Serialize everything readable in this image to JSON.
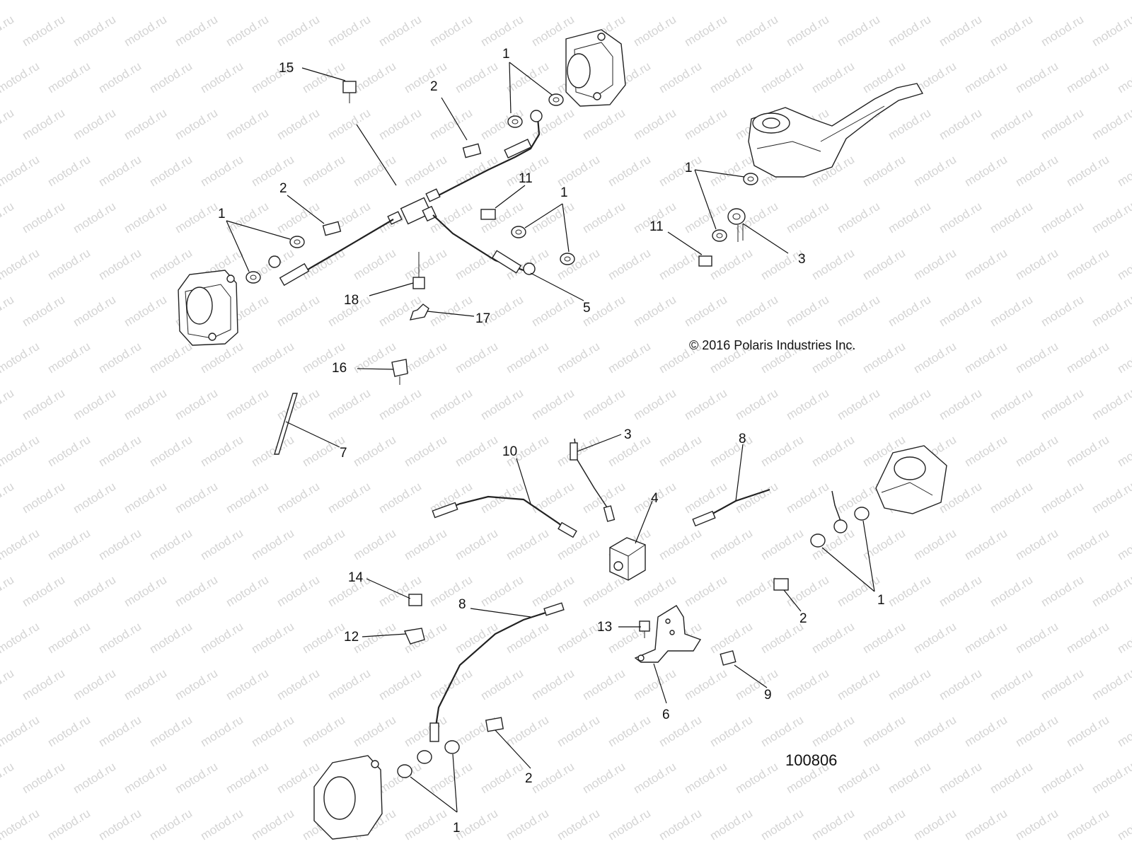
{
  "copyright": "© 2016 Polaris Industries Inc.",
  "diagram_id": "100806",
  "watermark": "motod.ru",
  "callouts": {
    "c1a": "1",
    "c1b": "1",
    "c1c": "1",
    "c1d": "1",
    "c1e": "1",
    "c1f": "1",
    "c2a": "2",
    "c2b": "2",
    "c2c": "2",
    "c2d": "2",
    "c3a": "3",
    "c3b": "3",
    "c4": "4",
    "c5": "5",
    "c6": "6",
    "c7": "7",
    "c8a": "8",
    "c8b": "8",
    "c9": "9",
    "c10": "10",
    "c11a": "11",
    "c11b": "11",
    "c12": "12",
    "c13": "13",
    "c14": "14",
    "c15": "15",
    "c16": "16",
    "c17": "17",
    "c18": "18"
  }
}
